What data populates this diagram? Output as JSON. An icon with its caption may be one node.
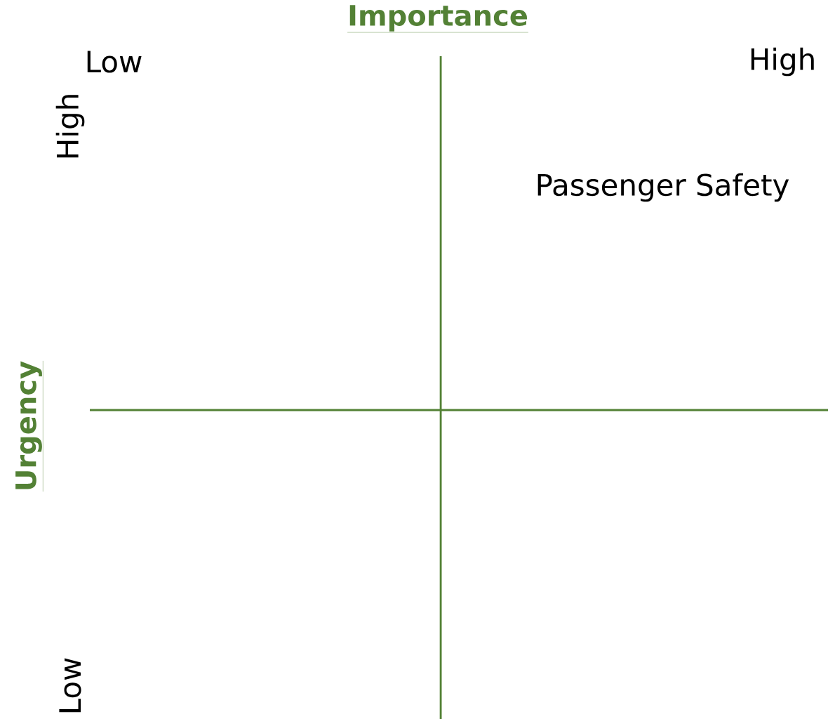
{
  "diagram": {
    "labels": [
      "Importance",
      "Low",
      "High",
      "High",
      "Passenger Safety",
      "Urgency",
      "Low"
    ]
  }
}
